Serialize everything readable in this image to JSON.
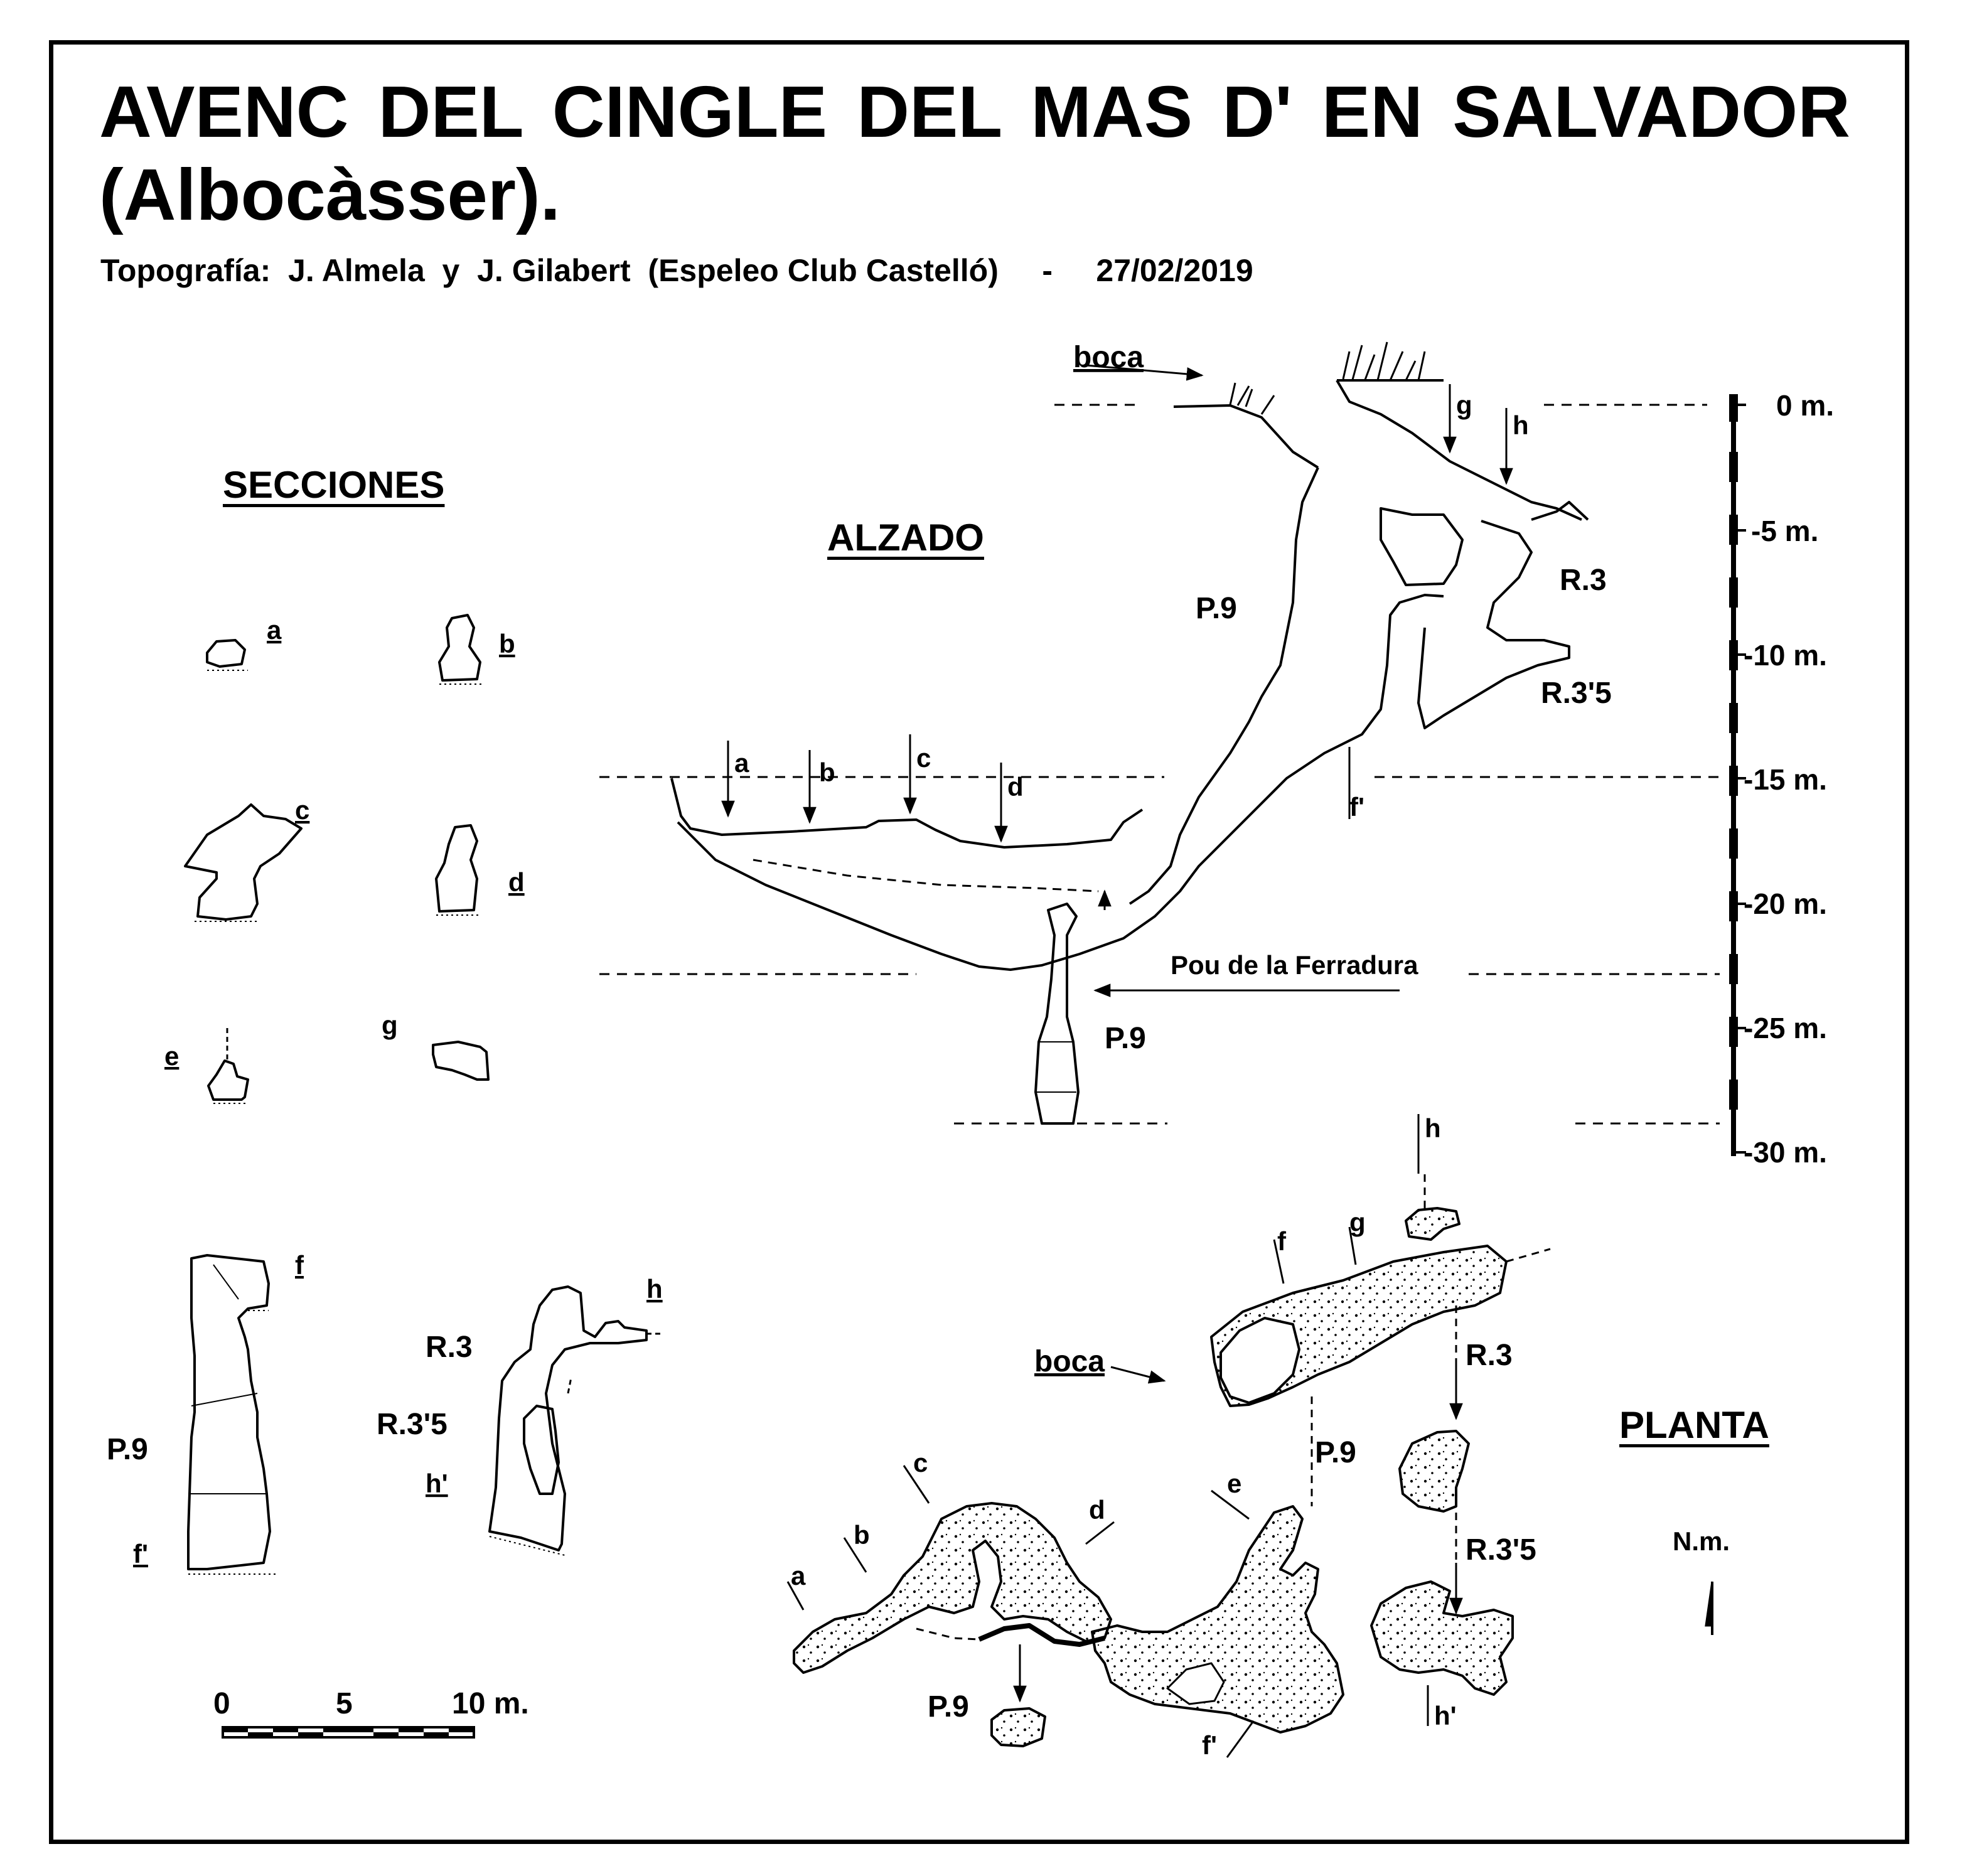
{
  "title": "AVENC DEL CINGLE DEL MAS D' EN SALVADOR (Albocàsser).",
  "credits": "Topografía:  J. Almela  y  J. Gilabert  (Espeleo Club Castelló)     -     27/02/2019",
  "headings": {
    "secciones": "SECCIONES",
    "alzado": "ALZADO",
    "planta": "PLANTA"
  },
  "alzado": {
    "boca": "boca",
    "markers": [
      "a",
      "b",
      "c",
      "d",
      "f'",
      "g",
      "h"
    ],
    "p9_main": "P.9",
    "p9_lower": "P.9",
    "r3": "R.3",
    "r35": "R.3'5",
    "pou": "Pou de la Ferradura"
  },
  "depth_scale": [
    "0 m.",
    "-5 m.",
    "-10 m.",
    "-15 m.",
    "-20 m.",
    "-25 m.",
    "-30 m."
  ],
  "sections": {
    "labels": [
      "a",
      "b",
      "c",
      "d",
      "e",
      "g"
    ],
    "f_label": "f",
    "f_prime": "f'",
    "f_p9": "P.9",
    "h_label": "h",
    "h_prime": "h'",
    "h_r3": "R.3",
    "h_r35": "R.3'5"
  },
  "planta": {
    "boca": "boca",
    "h": "h",
    "f": "f",
    "g": "g",
    "r3": "R.3",
    "p9_center": "P.9",
    "p9_lower": "P.9",
    "r35": "R.3'5",
    "h_prime": "h'",
    "f_prime": "f'",
    "a": "a",
    "b": "b",
    "c": "c",
    "d": "d",
    "e": "e",
    "north": "N.m."
  },
  "scale_bar": {
    "labels": [
      "0",
      "5",
      "10 m."
    ]
  }
}
